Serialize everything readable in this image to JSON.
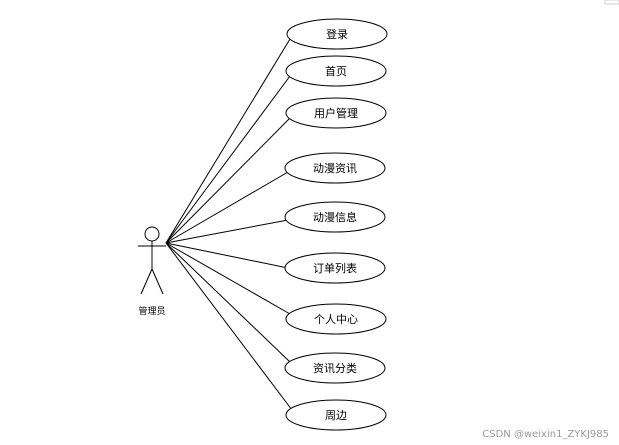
{
  "actor": {
    "label": "管理员"
  },
  "use_cases": [
    {
      "label": "登录"
    },
    {
      "label": "首页"
    },
    {
      "label": "用户管理"
    },
    {
      "label": "动漫资讯"
    },
    {
      "label": "动漫信息"
    },
    {
      "label": "订单列表"
    },
    {
      "label": "个人中心"
    },
    {
      "label": "资讯分类"
    },
    {
      "label": "周边"
    }
  ],
  "watermark": "CSDN @weixin1_ZYKJ985",
  "colors": {
    "stroke": "#000000",
    "background": "#ffffff",
    "watermark": "#9a9a9a"
  }
}
